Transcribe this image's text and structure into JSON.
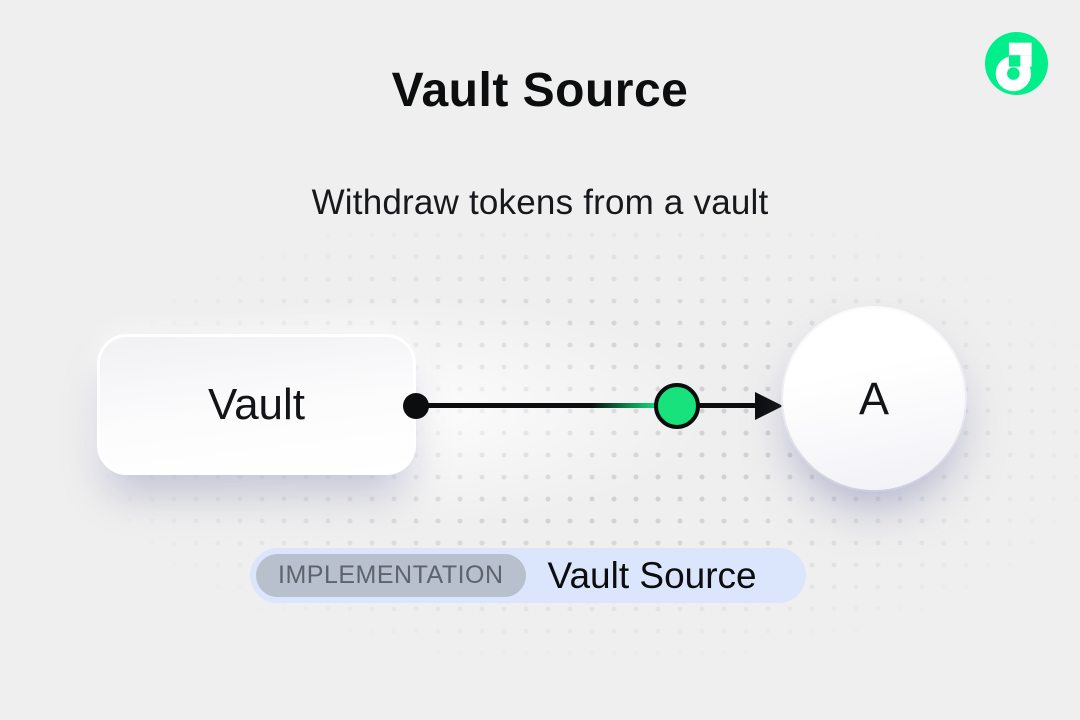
{
  "colors": {
    "page-bg": "#efefef",
    "flow-green": "#00EF8B",
    "event-green": "#17e27c",
    "ink": "#0c0d0e",
    "badge-bg": "#dbe6fc",
    "tag-bg": "#b7c0cc",
    "tag-text": "#5d646e",
    "dot-grid": "#cfcfd3"
  },
  "header": {
    "title": "Vault Source",
    "subtitle": "Withdraw tokens from a vault"
  },
  "logo": {
    "icon": "flow-logo"
  },
  "diagram": {
    "source_node_label": "Vault",
    "target_node_label": "A",
    "connector_icons": [
      "start-dot",
      "green-event-circle",
      "arrowhead-right"
    ]
  },
  "badge": {
    "tag": "IMPLEMENTATION",
    "label": "Vault Source"
  }
}
